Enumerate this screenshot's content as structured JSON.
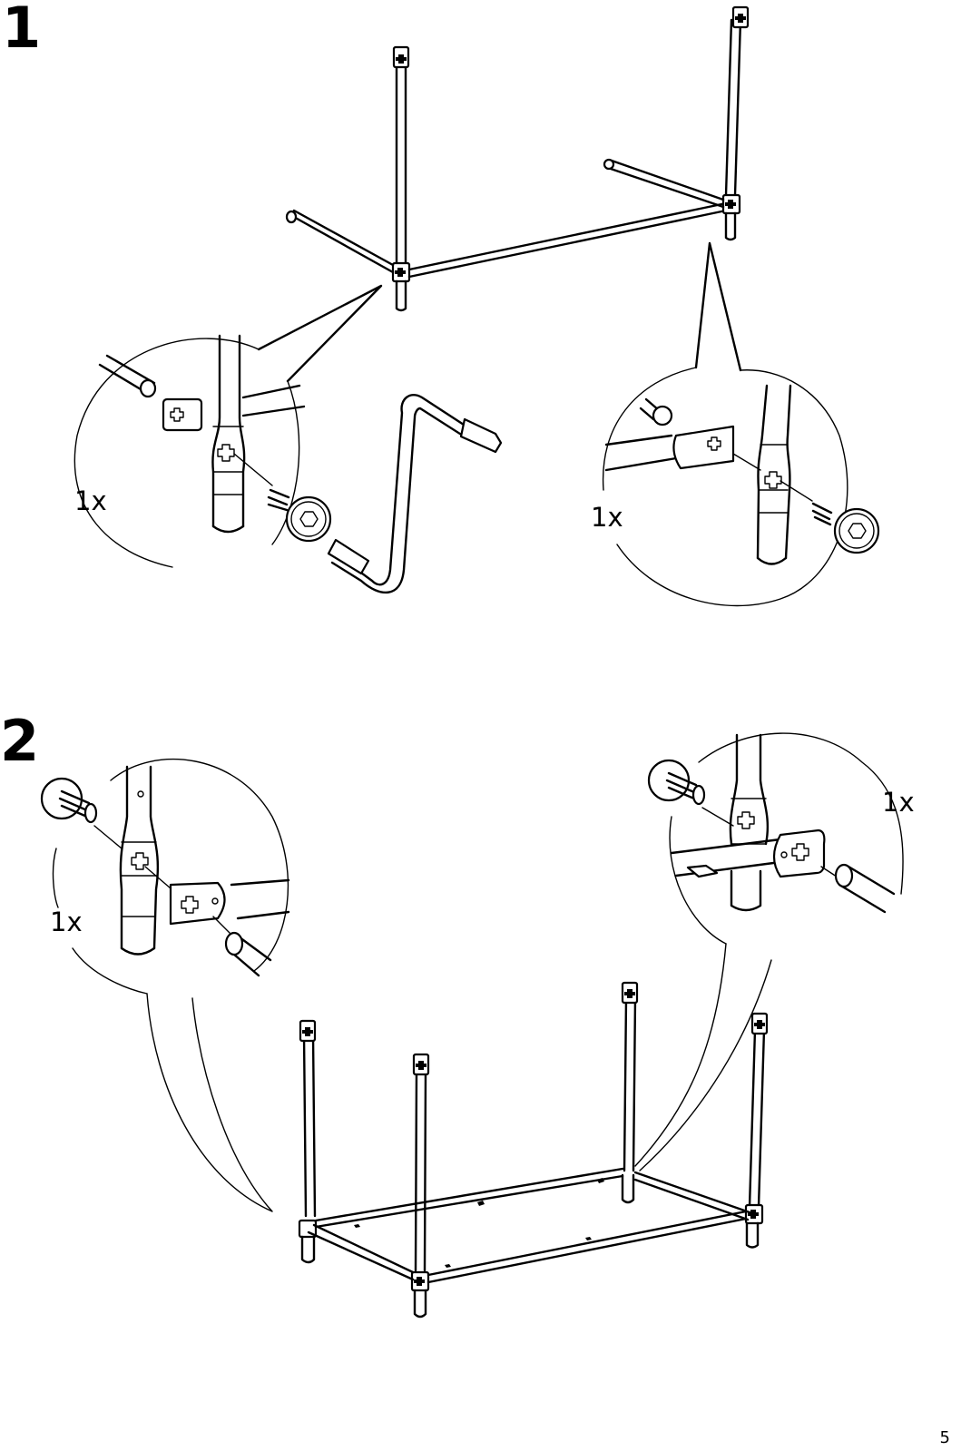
{
  "page": {
    "page_number": "5"
  },
  "steps": [
    {
      "number": "1",
      "callouts": [
        {
          "quantity": "1x"
        },
        {
          "quantity": "1x"
        }
      ]
    },
    {
      "number": "2",
      "callouts": [
        {
          "quantity": "1x"
        },
        {
          "quantity": "1x"
        }
      ]
    }
  ],
  "icons": {
    "screw": "allen-bolt-icon",
    "tool": "allen-key-icon",
    "frame": "metal-frame-illustration"
  }
}
